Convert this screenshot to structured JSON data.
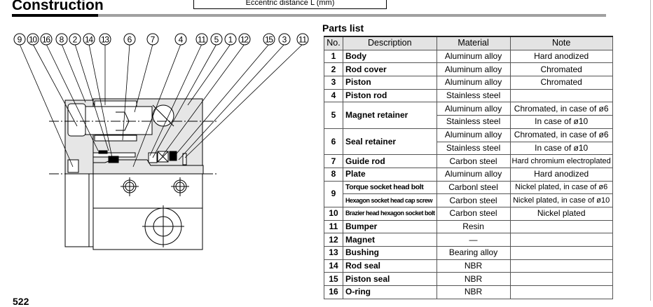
{
  "header": {
    "title": "Construction",
    "top_box_text": "Eccentric distance L (mm)",
    "page_number": "522"
  },
  "callouts": [
    "9",
    "10",
    "16",
    "8",
    "2",
    "14",
    "13",
    "6",
    "7",
    "4",
    "11",
    "5",
    "1",
    "12",
    "15",
    "3",
    "11"
  ],
  "parts_list": {
    "title": "Parts list",
    "columns": [
      "No.",
      "Description",
      "Material",
      "Note"
    ],
    "rows": [
      {
        "no": "1",
        "desc": "Body",
        "sub": [
          {
            "material": "Aluminum alloy",
            "note": "Hard anodized"
          }
        ]
      },
      {
        "no": "2",
        "desc": "Rod cover",
        "sub": [
          {
            "material": "Aluminum alloy",
            "note": "Chromated"
          }
        ]
      },
      {
        "no": "3",
        "desc": "Piston",
        "sub": [
          {
            "material": "Aluminum alloy",
            "note": "Chromated"
          }
        ]
      },
      {
        "no": "4",
        "desc": "Piston rod",
        "sub": [
          {
            "material": "Stainless steel",
            "note": ""
          }
        ]
      },
      {
        "no": "5",
        "desc": "Magnet retainer",
        "sub": [
          {
            "material": "Aluminum alloy",
            "note": "Chromated, in case of ø6"
          },
          {
            "material": "Stainless steel",
            "note": "In case of ø10"
          }
        ]
      },
      {
        "no": "6",
        "desc": "Seal retainer",
        "sub": [
          {
            "material": "Aluminum alloy",
            "note": "Chromated, in case of ø6"
          },
          {
            "material": "Stainless steel",
            "note": "In case of ø10"
          }
        ]
      },
      {
        "no": "7",
        "desc": "Guide rod",
        "sub": [
          {
            "material": "Carbon steel",
            "note": "Hard chromium electroplated"
          }
        ]
      },
      {
        "no": "8",
        "desc": "Plate",
        "sub": [
          {
            "material": "Aluminum alloy",
            "note": "Hard anodized"
          }
        ]
      },
      {
        "no": "9",
        "desc": "Torque socket head bolt",
        "desc2": "Hexagon socket head cap screw",
        "sub": [
          {
            "material": "Carbonl steel",
            "note": "Nickel plated, in case of ø6"
          },
          {
            "material": "Carbon steel",
            "note": "Nickel plated, in case of ø10"
          }
        ]
      },
      {
        "no": "10",
        "desc": "Brazier head hexagon socket bolt",
        "sub": [
          {
            "material": "Carbon steel",
            "note": "Nickel plated"
          }
        ]
      },
      {
        "no": "11",
        "desc": "Bumper",
        "sub": [
          {
            "material": "Resin",
            "note": ""
          }
        ]
      },
      {
        "no": "12",
        "desc": "Magnet",
        "sub": [
          {
            "material": "—",
            "note": ""
          }
        ]
      },
      {
        "no": "13",
        "desc": "Bushing",
        "sub": [
          {
            "material": "Bearing alloy",
            "note": ""
          }
        ]
      },
      {
        "no": "14",
        "desc": "Rod seal",
        "sub": [
          {
            "material": "NBR",
            "note": ""
          }
        ]
      },
      {
        "no": "15",
        "desc": "Piston seal",
        "sub": [
          {
            "material": "NBR",
            "note": ""
          }
        ]
      },
      {
        "no": "16",
        "desc": "O-ring",
        "sub": [
          {
            "material": "NBR",
            "note": ""
          }
        ]
      }
    ]
  }
}
